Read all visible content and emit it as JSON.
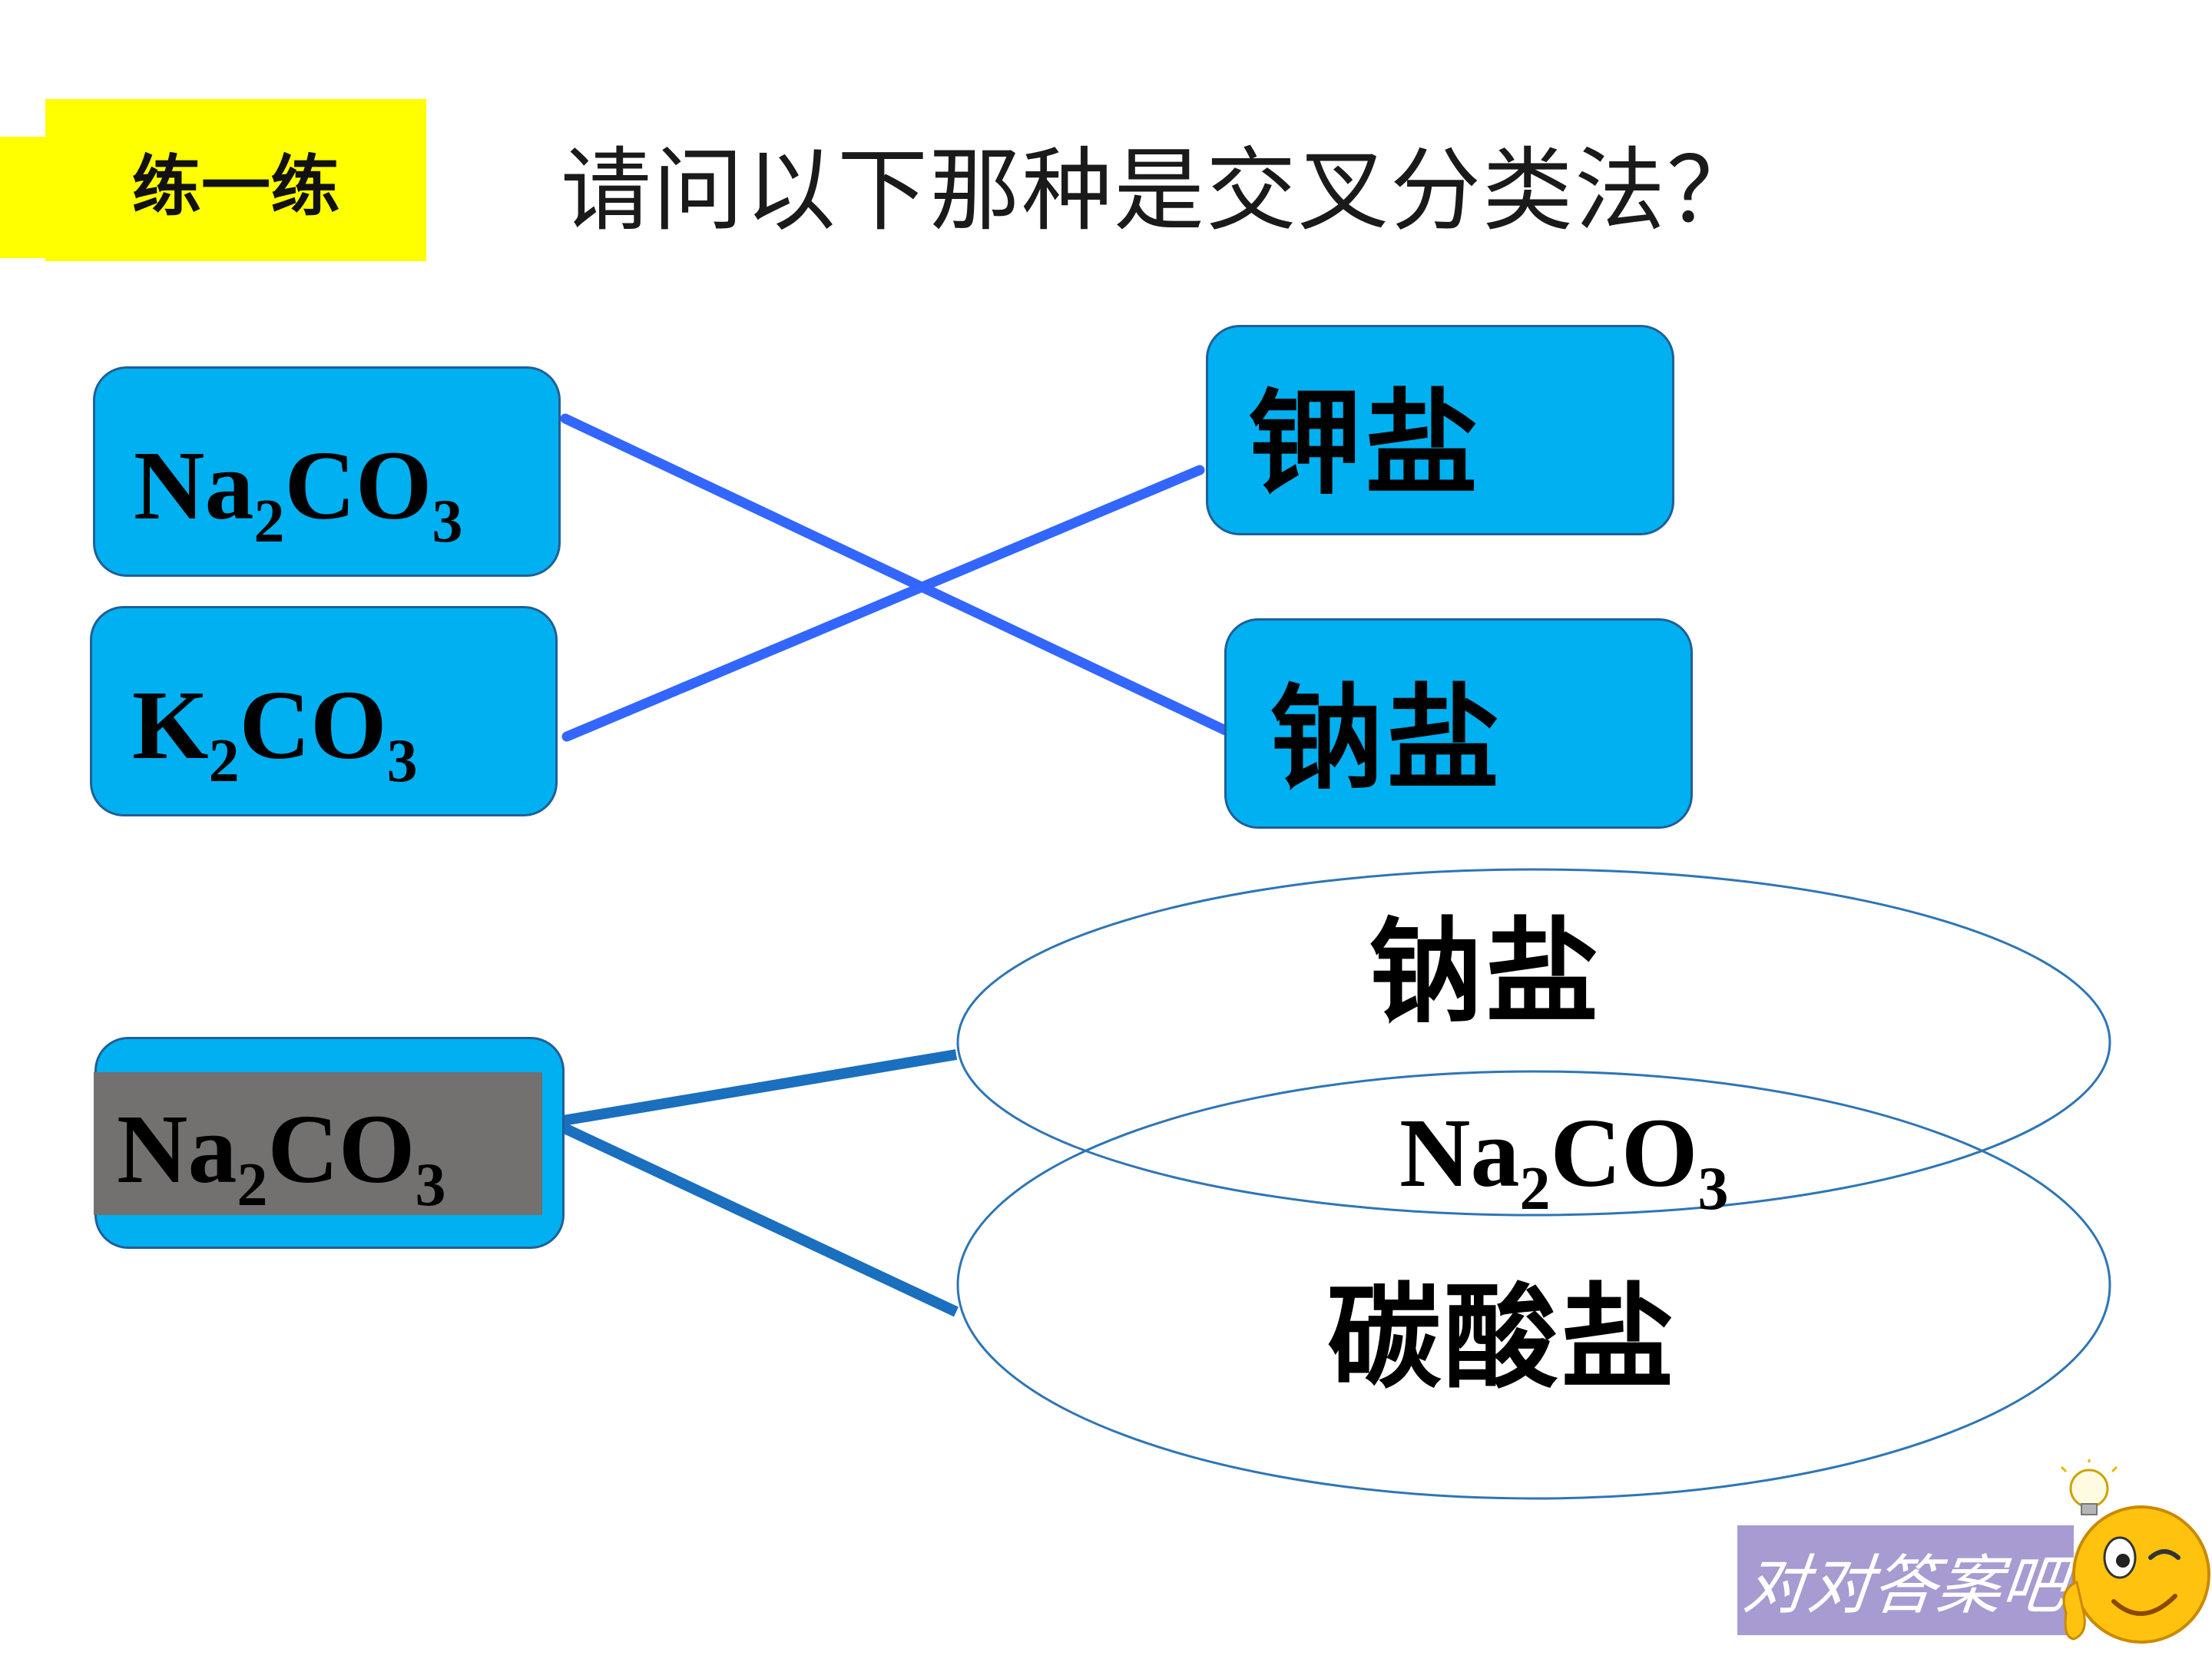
{
  "practice_label": "练一练",
  "question": "请问以下那种是交叉分类法？",
  "example1": {
    "left_items": [
      {
        "base": "Na",
        "sub1": "2",
        "mid": "CO",
        "sub2": "3"
      },
      {
        "base": "K",
        "sub1": "2",
        "mid": "CO",
        "sub2": "3"
      }
    ],
    "right_items": [
      "钾盐",
      "钠盐"
    ]
  },
  "example2": {
    "source": {
      "base": "Na",
      "sub1": "2",
      "mid": "CO",
      "sub2": "3"
    },
    "ellipse_top_label": "钠盐",
    "overlap_label": {
      "base": "Na",
      "sub1": "2",
      "mid": "CO",
      "sub2": "3"
    },
    "ellipse_bottom_label": "碳酸盐"
  },
  "answer_button_label": "对对答案吧",
  "colors": {
    "badge": "#ffff00",
    "box": "#00b0f0",
    "cross_lines": "#3366ff",
    "branch_lines": "#1a6fbf",
    "ellipse_stroke": "#2e75b6",
    "gray_highlight": "#737070",
    "answer_button": "#a79bd1"
  },
  "icons": [
    "yellow-tab",
    "smiley-lightbulb-icon"
  ]
}
